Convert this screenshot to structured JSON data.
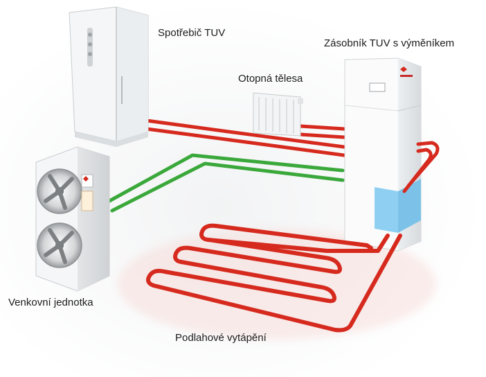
{
  "labels": {
    "shower": "Spotřebič TUV",
    "tank": "Zásobník TUV s výměníkem",
    "radiator": "Otopná tělesa",
    "outdoor_unit": "Venkovní jednotka",
    "floor_heating": "Podlahové vytápění"
  },
  "colors": {
    "hot_pipe": "#d62a1e",
    "return_pipe": "#3aa83a",
    "tank_exchanger": "#8fd0f2",
    "appliance_body": "#f7f7f7"
  }
}
